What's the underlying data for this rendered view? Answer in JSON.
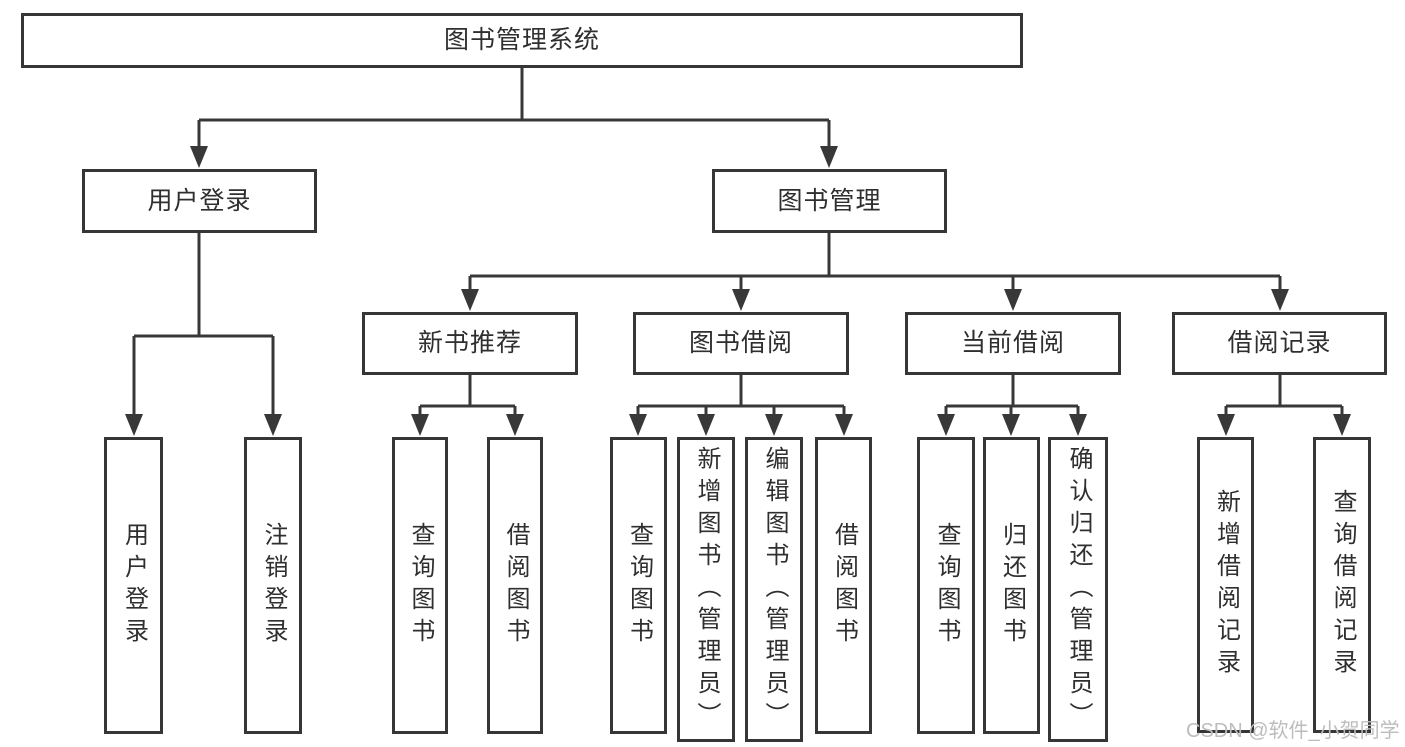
{
  "diagram": {
    "title": "图书管理系统",
    "level2": {
      "user_login": "用户登录",
      "book_mgmt": "图书管理"
    },
    "level3": {
      "new_books": "新书推荐",
      "book_borrow": "图书借阅",
      "current_borrow": "当前借阅",
      "borrow_records": "借阅记录"
    },
    "leaves": {
      "user_login": [
        "用户登录",
        "注销登录"
      ],
      "new_books": [
        "查询图书",
        "借阅图书"
      ],
      "book_borrow": [
        "查询图书",
        "新增图书（管理员）",
        "编辑图书（管理员）",
        "借阅图书"
      ],
      "current_borrow": [
        "查询图书",
        "归还图书",
        "确认归还（管理员）"
      ],
      "borrow_records": [
        "新增借阅记录",
        "查询借阅记录"
      ]
    },
    "watermark": "CSDN @软件_小贺同学",
    "colors": {
      "line": "#383838",
      "box_border": "#363636",
      "text": "#2f2f2f",
      "watermark": "#bdbdbd",
      "background": "#ffffff"
    }
  }
}
